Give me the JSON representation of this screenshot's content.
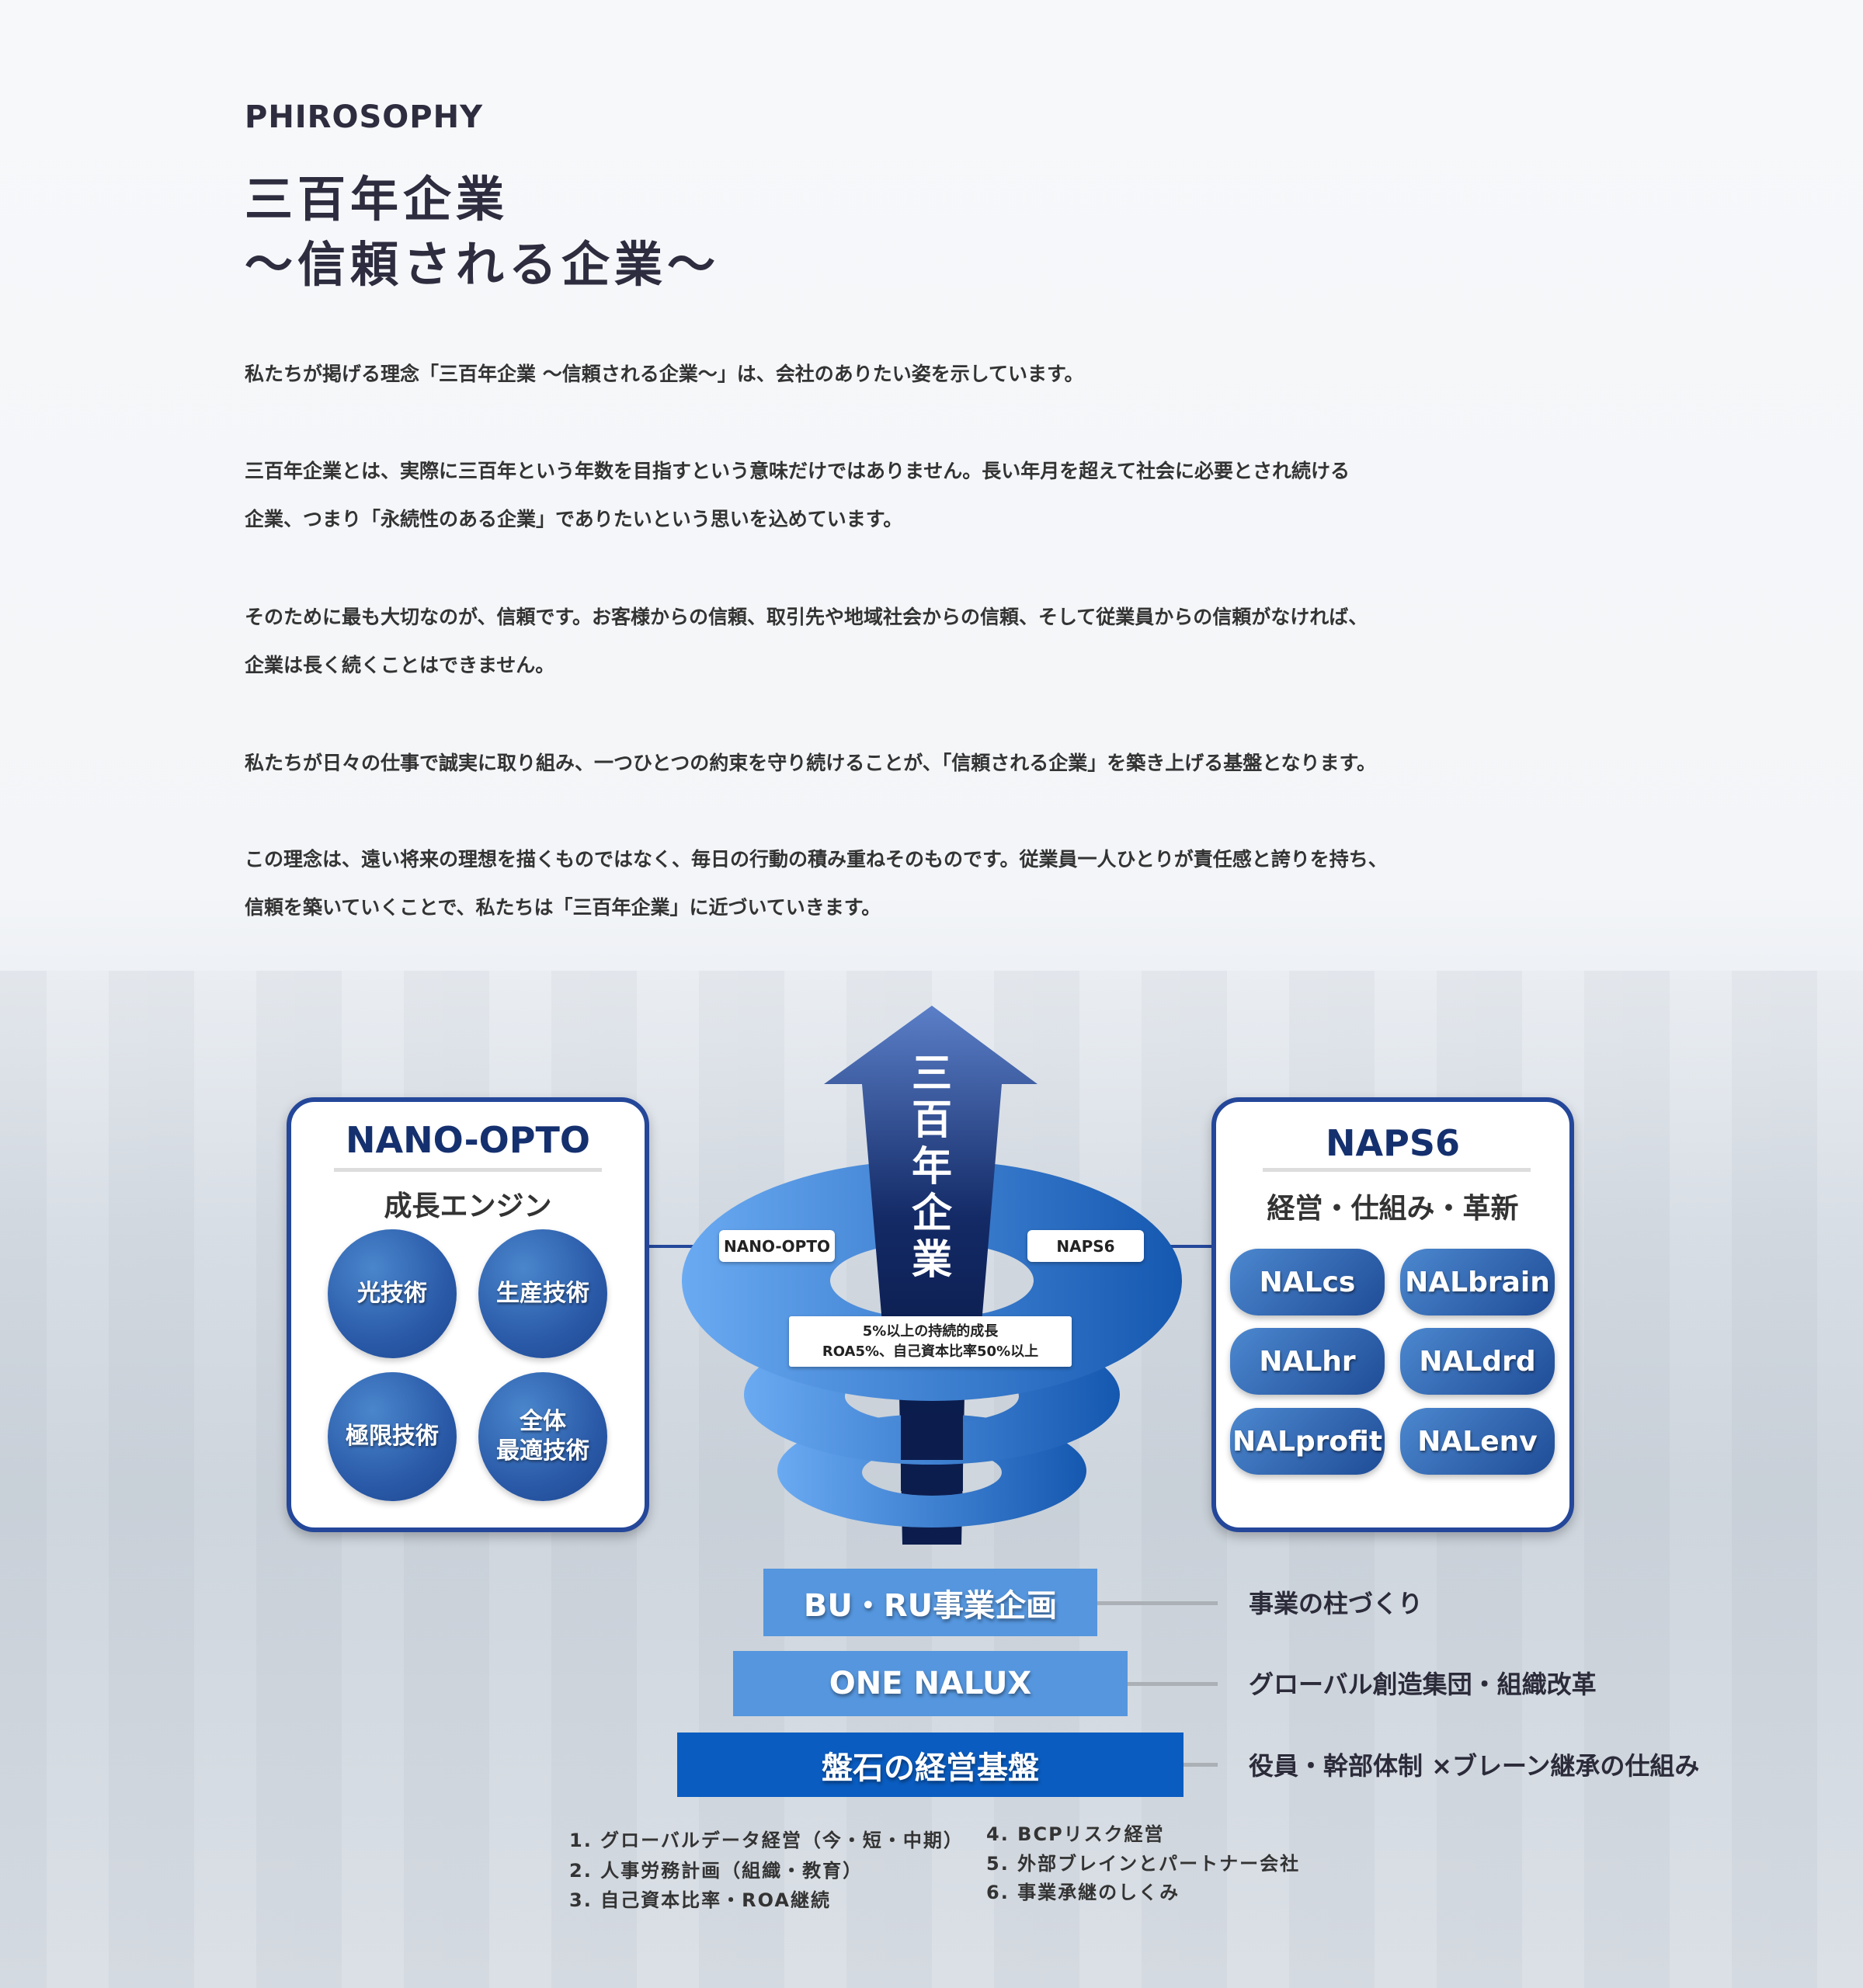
{
  "header": {
    "eyebrow": "PHIROSOPHY",
    "title_line1": "三百年企業",
    "title_line2": "〜信頼される企業〜"
  },
  "paragraphs": [
    [
      "私たちが掲げる理念「三百年企業 〜信頼される企業〜」は、会社のありたい姿を示しています。"
    ],
    [
      "三百年企業とは、実際に三百年という年数を目指すという意味だけではありません。長い年月を超えて社会に必要とされ続ける",
      "企業、つまり「永続性のある企業」でありたいという思いを込めています。"
    ],
    [
      "そのために最も大切なのが、信頼です。お客様からの信頼、取引先や地域社会からの信頼、そして従業員からの信頼がなければ、",
      "企業は長く続くことはできません。"
    ],
    [
      "私たちが日々の仕事で誠実に取り組み、一つひとつの約束を守り続けることが、「信頼される企業」を築き上げる基盤となります。"
    ],
    [
      "この理念は、遠い将来の理想を描くものではなく、毎日の行動の積み重ねそのものです。従業員一人ひとりが責任感と誇りを持ち、",
      "信頼を築いていくことで、私たちは「三百年企業」に近づいていきます。"
    ]
  ],
  "diagram": {
    "arrow_text": [
      "三",
      "百",
      "年",
      "企",
      "業"
    ],
    "left": {
      "title": "NANO-OPTO",
      "subtitle": "成長エンジン",
      "circles": [
        "光技術",
        "生産技術",
        "極限技術",
        "全体\n最適技術"
      ]
    },
    "right": {
      "title": "NAPS6",
      "subtitle": "経営・仕組み・革新",
      "pills": [
        "NALcs",
        "NALbrain",
        "NALhr",
        "NALdrd",
        "NALprofit",
        "NALenv"
      ]
    },
    "ring_tags": {
      "left": "NANO-OPTO",
      "right": "NAPS6"
    },
    "target": {
      "line1": "5%以上の持続的成長",
      "line2": "ROA5%、自己資本比率50%以上"
    },
    "layers": [
      {
        "label": "BU・RU事業企画",
        "desc": "事業の柱づくり"
      },
      {
        "label": "ONE NALUX",
        "desc": "グローバル創造集団・組織改革"
      },
      {
        "label": "盤石の経営基盤",
        "desc": "役員・幹部体制 ×ブレーン継承の仕組み"
      }
    ],
    "list_col1": [
      "1. グローバルデータ経営（今・短・中期）",
      "2. 人事労務計画（組織・教育）",
      "3. 自己資本比率・ROA継続"
    ],
    "list_col2": [
      "4. BCPリスク経営",
      "5. 外部ブレインとパートナー会社",
      "6. 事業承継のしくみ"
    ],
    "colors": {
      "navy": "#15306e",
      "border": "#24479a",
      "bar_light": "#5596de",
      "bar_dark": "#0a5cc0"
    }
  }
}
